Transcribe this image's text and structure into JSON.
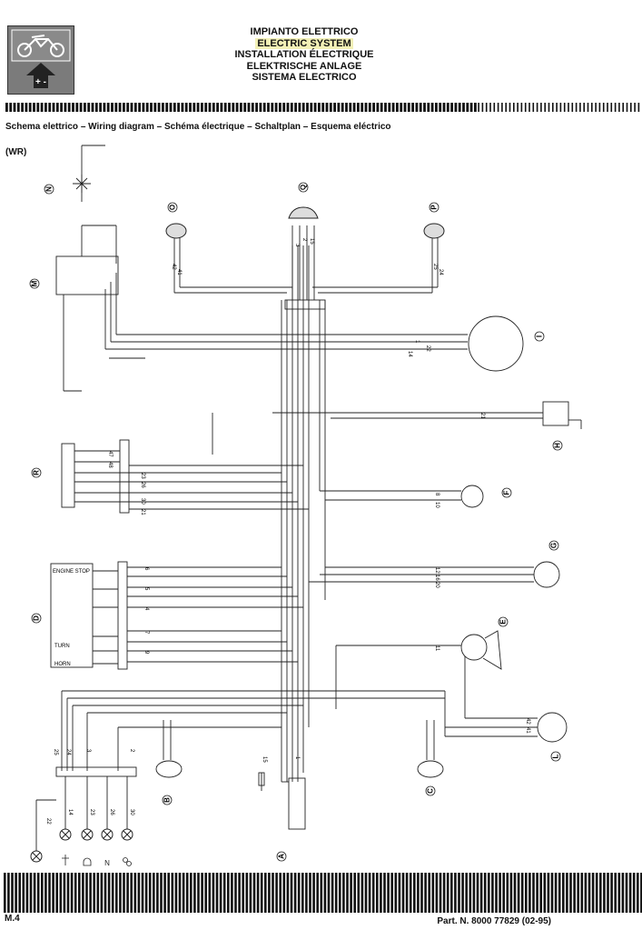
{
  "header": {
    "titles": [
      "IMPIANTO ELETTRICO",
      "ELECTRIC SYSTEM",
      "INSTALLATION ÉLECTRIQUE",
      "ELEKTRISCHE ANLAGE",
      "SISTEMA ELECTRICO"
    ],
    "logo_sign": "+ -"
  },
  "subtitle": "Schema elettrico – Wiring diagram – Schéma électrique – Schaltplan – Esquema eléctrico",
  "model": "(WR)",
  "components": {
    "A": "A",
    "B": "B",
    "C": "C",
    "D": "D",
    "E": "E",
    "F": "F",
    "G": "G",
    "H": "H",
    "I": "I",
    "L": "L",
    "M": "M",
    "N": "N",
    "O": "O",
    "P": "P",
    "Q": "Q",
    "R": "R"
  },
  "switch_labels": {
    "engine_stop": "ENGINE STOP",
    "turn": "TURN",
    "horn": "HORN"
  },
  "wire_labels": [
    "42",
    "41",
    "25",
    "24",
    "3",
    "2",
    "15",
    "1",
    "22",
    "14",
    "23",
    "26",
    "30",
    "21",
    "47",
    "48",
    "8",
    "10",
    "12",
    "16",
    "20",
    "6",
    "5",
    "4",
    "7",
    "9",
    "11"
  ],
  "footer": {
    "page": "M.4",
    "part_number": "Part. N. 8000 77829 (02-95)"
  }
}
